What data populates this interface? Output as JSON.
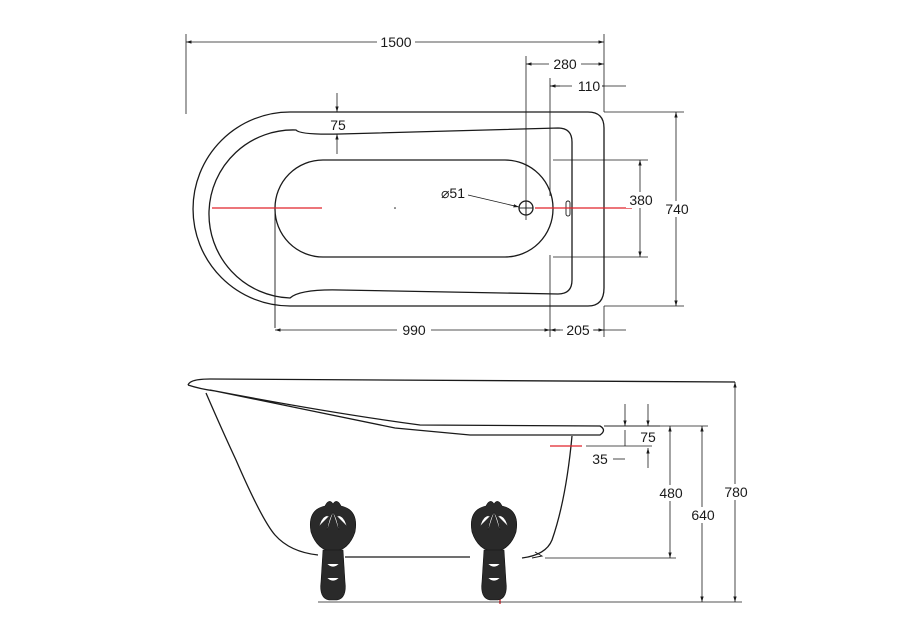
{
  "plan_view": {
    "overall_length": "1500",
    "waste_offset": "280",
    "overflow_offset": "110",
    "rim_width": "75",
    "waste_diameter": "⌀51",
    "inner_width": "380",
    "overall_width": "740",
    "inner_length": "990",
    "end_offset": "205"
  },
  "side_view": {
    "rim_depth": "75",
    "waste_height_offset": "35",
    "inner_depth": "480",
    "rim_height": "640",
    "overall_height": "780"
  }
}
